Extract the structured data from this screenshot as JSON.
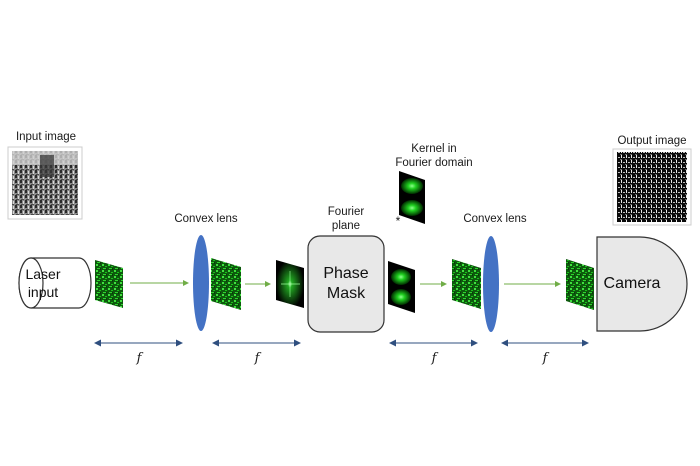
{
  "labels": {
    "input_image": "Input image",
    "output_image": "Output image",
    "convex_lens_1": "Convex lens",
    "convex_lens_2": "Convex lens",
    "fourier_plane_line1": "Fourier",
    "fourier_plane_line2": "plane",
    "kernel_line1": "Kernel in",
    "kernel_line2": "Fourier domain",
    "laser_line1": "Laser",
    "laser_line2": "input",
    "phase_mask_line1": "Phase",
    "phase_mask_line2": "Mask",
    "camera": "Camera",
    "convolution_symbol": "*",
    "focal_length": "f"
  },
  "colors": {
    "lens": "#4472c4",
    "beam": "#70ad47",
    "dimension_arrow": "#2f4f7f",
    "device_fill": "#e8e8e8",
    "device_stroke": "#333333",
    "green_field": "#1fd61f"
  }
}
